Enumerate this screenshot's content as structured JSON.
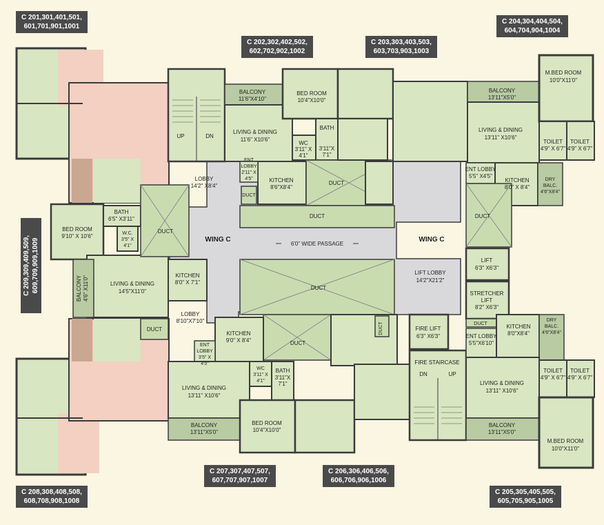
{
  "colors": {
    "room": "#d8e6c2",
    "room_alt": "#c9dcb0",
    "passage": "#d9d9dc",
    "wet": "#f3d0c2",
    "balcony": "#b8cba2",
    "wall": "#3b3b3b",
    "background": "#fbf6e2",
    "tag": "#4a4a4a"
  },
  "flat_tags": {
    "c201": [
      "C 201,301,401,501,",
      "601,701,901,1001"
    ],
    "c202": [
      "C 202,302,402,502,",
      "602,702,902,1002"
    ],
    "c203": [
      "C 203,303,403,503,",
      "603,703,903,1003"
    ],
    "c204": [
      "C 204,304,404,504,",
      "604,704,904,1004"
    ],
    "c209": [
      "C 209,309,409,509,",
      "609,709,909,1009"
    ],
    "c208": [
      "C 208,308,408,508,",
      "608,708,908,1008"
    ],
    "c207": [
      "C 207,307,407,507,",
      "607,707,907,1007"
    ],
    "c206": [
      "C 206,306,406,506,",
      "606,706,906,1006"
    ],
    "c205": [
      "C 205,305,405,505,",
      "605,705,905,1005"
    ]
  },
  "labels": {
    "wing_left": "WING C",
    "wing_right": "WING C",
    "passage": "6'0\" WIDE PASSAGE",
    "up": "UP",
    "dn": "DN",
    "lobby_top": [
      "LOBBY",
      "14'2\" X8'4\""
    ],
    "lobby_left": [
      "LOBBY",
      "8'10\"X7'10\""
    ],
    "lift_lobby": [
      "LIFT LOBBY",
      "14'2\"X21'2\""
    ],
    "lift": [
      "LIFT",
      "6'3\" X6'3\""
    ],
    "stretcher": [
      "STRETCHER",
      "LIFT",
      "8'2\" X6'3\""
    ],
    "fire_lift": [
      "FIRE LIFT",
      "6'3\" X6'3\""
    ],
    "fire_stair": "FIRE STAIRCASE",
    "stair_dn": "DN",
    "stair_up": "UP",
    "duct": "DUCT",
    "u202_balcony": [
      "BALCONY",
      "11'6\"X4'10\""
    ],
    "u202_living": [
      "LIVING & DINING",
      "11'6\" X10'6\""
    ],
    "u202_bed": [
      "BED ROOM",
      "10'4\"X10'0\""
    ],
    "u202_wc": [
      "WC",
      "3'11\" X",
      "4'1\""
    ],
    "u202_bath": [
      "BATH",
      "3'11\"X",
      "7'1\""
    ],
    "u202_entlobby": [
      "ENT",
      "LOBBY",
      "2'11\" X",
      "4'5\""
    ],
    "u202_kitchen": [
      "KITCHEN",
      "8'6\"X8'4\""
    ],
    "u204_balcony": [
      "BALCONY",
      "13'11\"X5'0\""
    ],
    "u204_mbed": [
      "M.BED ROOM",
      "10'0\"X11'0\""
    ],
    "u204_living": [
      "LIVING & DINING",
      "13'11\" X10'6\""
    ],
    "u204_toilet1": [
      "TOILET",
      "4'9\" X 6'7\""
    ],
    "u204_toilet2": [
      "TOILET",
      "4'9\" X 6'7\""
    ],
    "u204_entlobby": [
      "ENT LOBBY",
      "5'5\" X4'5\""
    ],
    "u204_kitchen": [
      "KITCHEN",
      "8'0\" X 8'4\""
    ],
    "u204_dry": [
      "DRY",
      "BALC.",
      "4'6\"X8'4\""
    ],
    "u209_bed": [
      "BED ROOM",
      "9'10\" X 10'6\""
    ],
    "u209_bath": [
      "BATH",
      "6'5\" X3'11\""
    ],
    "u209_wc": [
      "W.C.",
      "3'5\" X",
      "4'1\""
    ],
    "u209_living": [
      "LIVING & DINING",
      "14'5\"X11'0\""
    ],
    "u209_kitchen": [
      "KITCHEN",
      "8'0\" X 7'1\""
    ],
    "u209_balcony": [
      "BALCONY",
      "4'6\" X11'0\""
    ],
    "u207_kitchen": [
      "KITCHEN",
      "9'0\" X 8'4\""
    ],
    "u207_entlobby": [
      "ENT",
      "LOBBY",
      "3'5\" X",
      "4'5\""
    ],
    "u207_living": [
      "LIVING & DINING",
      "13'11\" X10'6\""
    ],
    "u207_wc": [
      "WC",
      "3'11\" X",
      "4'1\""
    ],
    "u207_bath": [
      "BATH",
      "3'11\"X",
      "7'1\""
    ],
    "u207_balcony": [
      "BALCONY",
      "13'11\"X5'0\""
    ],
    "u207_bed": [
      "BED ROOM",
      "10'4\"X10'0\""
    ],
    "u205_entlobby": [
      "ENT LOBBY",
      "5'5\"X6'10\""
    ],
    "u205_kitchen": [
      "KITCHEN",
      "8'0\"X8'4\""
    ],
    "u205_dry": [
      "DRY",
      "BALC.",
      "4'6\"X8'4\""
    ],
    "u205_living": [
      "LIVING & DINING",
      "13'11\" X10'6\""
    ],
    "u205_toilet1": [
      "TOILET",
      "4'9\" X 6'7\""
    ],
    "u205_toilet2": [
      "TOILET",
      "4'9\" X 6'7\""
    ],
    "u205_balcony": [
      "BALCONY",
      "13'11\"X5'0\""
    ],
    "u205_mbed": [
      "M.BED ROOM",
      "10'0\"X11'0\""
    ]
  }
}
